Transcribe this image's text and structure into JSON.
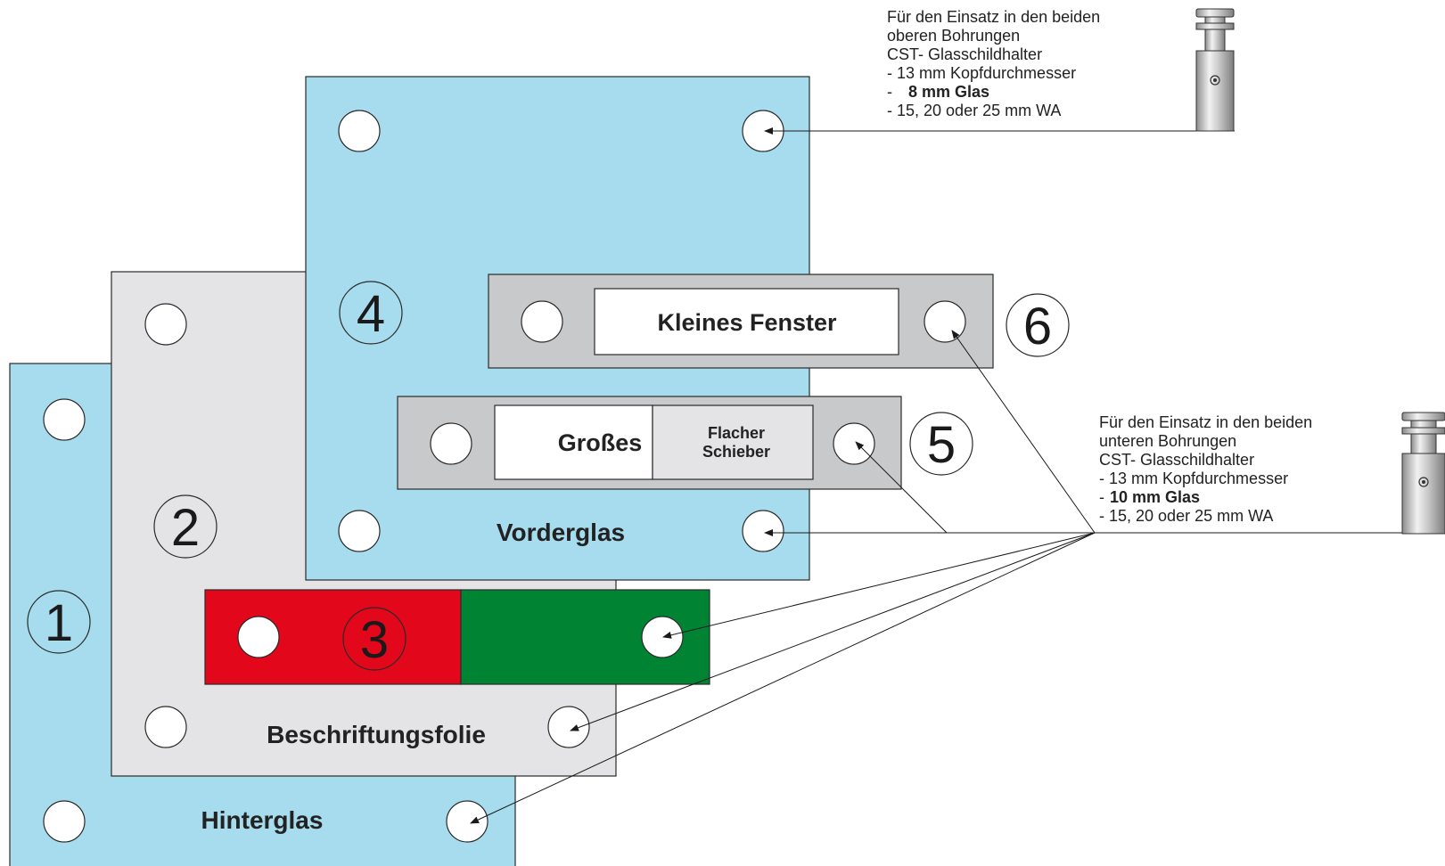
{
  "colors": {
    "glass": "#a6dced",
    "foil": "#e4e4e6",
    "slider": "#c8c9cb",
    "red": "#e2071a",
    "green": "#008434",
    "outline": "#2a2a2a"
  },
  "layers": {
    "hinterglas": {
      "label": "Hinterglas",
      "number": "1"
    },
    "beschriftungsfolie": {
      "label": "Beschriftungsfolie",
      "number": "2"
    },
    "insert_strip": {
      "number": "3"
    },
    "vorderglas": {
      "label": "Vorderglas",
      "number": "4"
    },
    "large_window_bar": {
      "number": "5",
      "window_left": "Großes",
      "window_right_line1": "Flacher",
      "window_right_line2": "Schieber"
    },
    "small_window_bar": {
      "number": "6",
      "window_label": "Kleines Fenster"
    }
  },
  "notes": {
    "upper": {
      "line1": "Für den Einsatz in den beiden",
      "line2": "oberen Bohrungen",
      "line3": "CST- Glasschildhalter",
      "line4": "- 13 mm Kopfdurchmesser",
      "line5_prefix": "-",
      "line5_bold": "8 mm Glas",
      "line6": "- 15, 20 oder 25 mm WA",
      "icon": "glass-holder-standoff-icon"
    },
    "lower": {
      "line1": "Für den Einsatz in den beiden",
      "line2": "unteren Bohrungen",
      "line3": "CST- Glasschildhalter",
      "line4": "- 13 mm Kopfdurchmesser",
      "line5_prefix": "-",
      "line5_bold": "10 mm Glas",
      "line6": "- 15, 20 oder 25 mm WA",
      "icon": "glass-holder-standoff-icon"
    }
  }
}
